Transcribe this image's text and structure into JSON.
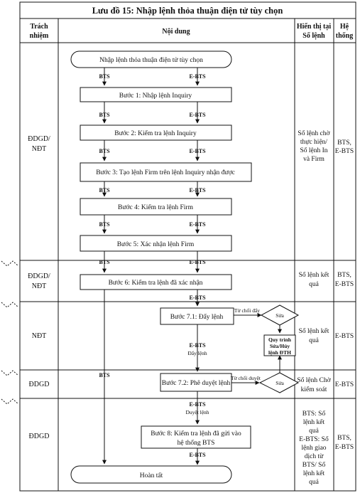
{
  "title": "Lưu đồ 15: Nhập lệnh thỏa thuận điện tử tùy chọn",
  "headers": {
    "responsibility": [
      "Trách",
      "nhiệm"
    ],
    "content": "Nội dung",
    "display": [
      "Hiển thị tại",
      "Sổ lệnh"
    ],
    "system": [
      "Hệ",
      "thống"
    ]
  },
  "rows": [
    {
      "responsibility": [
        "ĐDGD/",
        "NĐT"
      ],
      "display": [
        "Sổ lệnh chờ",
        "thực hiện/",
        "Sổ lệnh In",
        "và Firm"
      ],
      "system": [
        "BTS,",
        "E-BTS"
      ]
    },
    {
      "responsibility": [
        "ĐDGD/",
        "NĐT"
      ],
      "display": [
        "Sổ lệnh kết",
        "quả"
      ],
      "system": [
        "BTS,",
        "E-BTS"
      ]
    },
    {
      "responsibility": [
        "NĐT"
      ],
      "display": [
        "Sổ lệnh kết",
        "quả"
      ],
      "system": [
        "E-BTS"
      ]
    },
    {
      "responsibility": [
        "ĐDGD"
      ],
      "display": [
        "Sổ lệnh Chờ",
        "kiểm soát"
      ],
      "system": [
        "E-BTS"
      ]
    },
    {
      "responsibility": [
        "ĐDGD"
      ],
      "display": [
        "BTS: Sổ",
        "lệnh kết",
        "quả",
        "E-BTS: Sổ",
        "lệnh giao",
        "dịch từ",
        "BTS/ Sổ",
        "lệnh kết",
        "quả"
      ],
      "system": [
        "BTS,",
        "E-BTS"
      ]
    }
  ],
  "flow": {
    "start": "Nhập lệnh thỏa thuận điện tử tùy chọn",
    "steps": [
      "Bước 1: Nhập lệnh Inquiry",
      "Bước 2: Kiểm tra lệnh Inquiry",
      "Bước 3: Tạo lệnh Firm trên lệnh Inquiry nhận được",
      "Bước 4: Kiểm tra lệnh Firm",
      "Bước 5: Xác nhận lệnh Firm",
      "Bước 6: Kiểm tra lệnh đã xác nhận"
    ],
    "step71": "Bước 7.1: Đẩy lệnh",
    "step72": "Bước 7.2: Phê duyệt lệnh",
    "step8": [
      "Bước 8: Kiểm tra lệnh đã gửi vào",
      "hệ thống BTS"
    ],
    "end": "Hoàn tất",
    "edit_diamond": "Sửa",
    "process_box": [
      "Quy trình",
      "Sửa/Hủy",
      "lệnh ĐTH"
    ],
    "reject_push": "Từ chối đẩy",
    "reject_approve": "Từ chối duyệt",
    "label_bts": "BTS",
    "label_ebts": "E-BTS",
    "push_label": "Đẩy lệnh",
    "approve_label": "Duyệt lệnh"
  }
}
